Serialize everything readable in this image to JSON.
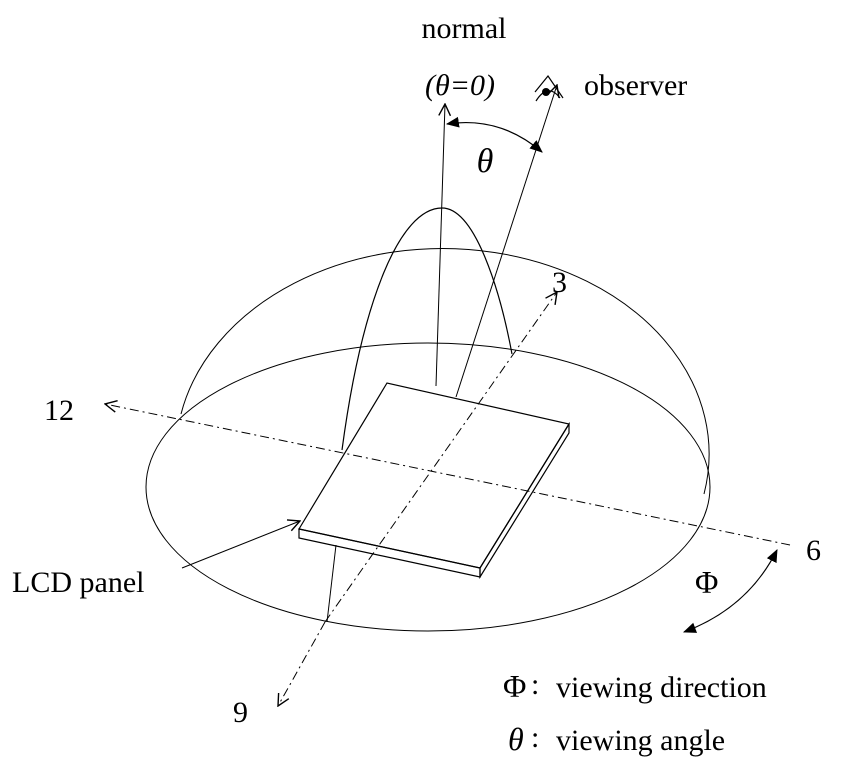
{
  "labels": {
    "normal": "normal",
    "normal_theta": "(θ=0)",
    "observer": "observer",
    "theta": "θ",
    "axis_3": "3",
    "axis_6": "6",
    "axis_9": "9",
    "axis_12": "12",
    "phi": "Φ",
    "lcd_panel": "LCD panel"
  },
  "legend": {
    "phi_symbol": "Φ",
    "phi_text": "viewing direction",
    "theta_symbol": "θ",
    "theta_text": "viewing angle",
    "separator": ":"
  }
}
